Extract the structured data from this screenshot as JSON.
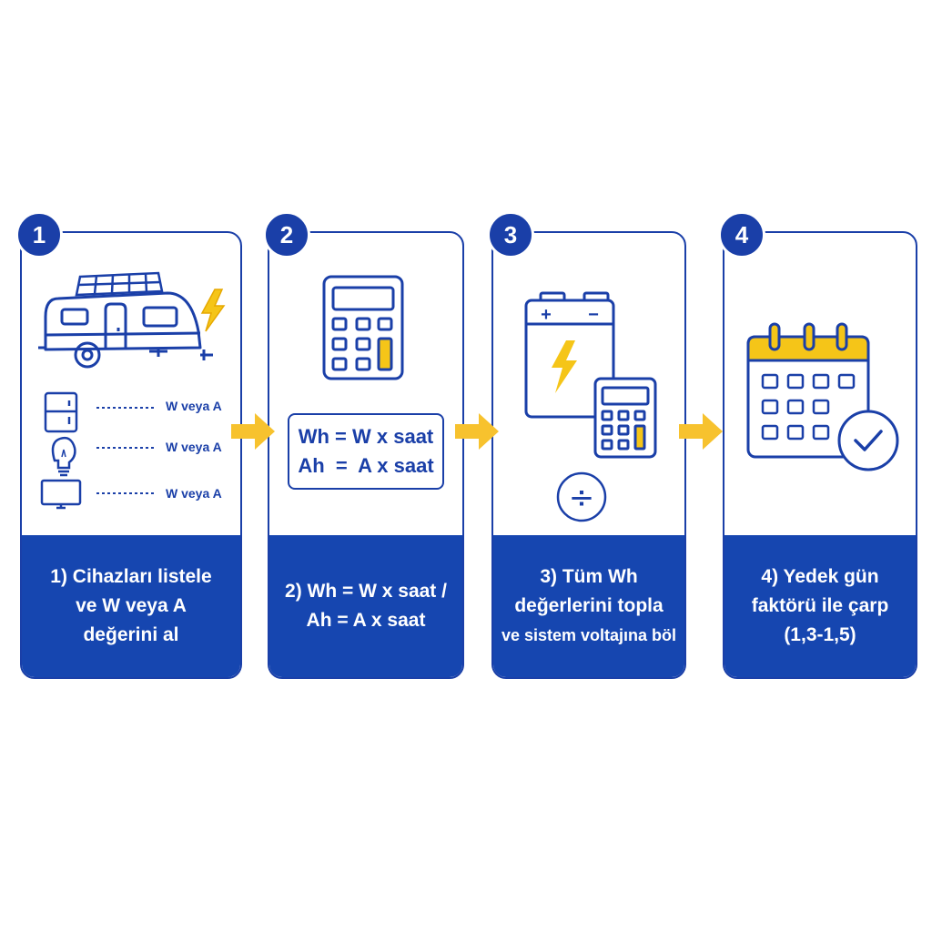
{
  "steps": [
    {
      "number": "1",
      "caption": [
        "1) Cihazları listele",
        "ve W veya A",
        "değerini al"
      ],
      "devices": [
        {
          "icon": "fridge-icon",
          "label": "W veya A"
        },
        {
          "icon": "lightbulb-icon",
          "label": "W veya A"
        },
        {
          "icon": "tv-icon",
          "label": "W veya A"
        }
      ]
    },
    {
      "number": "2",
      "formulas": [
        "Wh = W x saat",
        "Ah  =  A x saat"
      ],
      "caption": [
        "2) Wh = W x saat /",
        "Ah = A x saat"
      ]
    },
    {
      "number": "3",
      "caption": [
        "3) Tüm Wh",
        "değerlerini topla",
        "ve sistem voltajına böl"
      ],
      "battery_plus": "+",
      "battery_minus": "−",
      "divide_symbol": "÷"
    },
    {
      "number": "4",
      "caption": [
        "4) Yedek gün",
        "faktörü ile çarp",
        "(1,3-1,5)"
      ]
    }
  ],
  "colors": {
    "primary": "#1a3fa8",
    "caption_bg": "#1646b0",
    "accent": "#f5c518",
    "arrow": "#f7c22e"
  }
}
